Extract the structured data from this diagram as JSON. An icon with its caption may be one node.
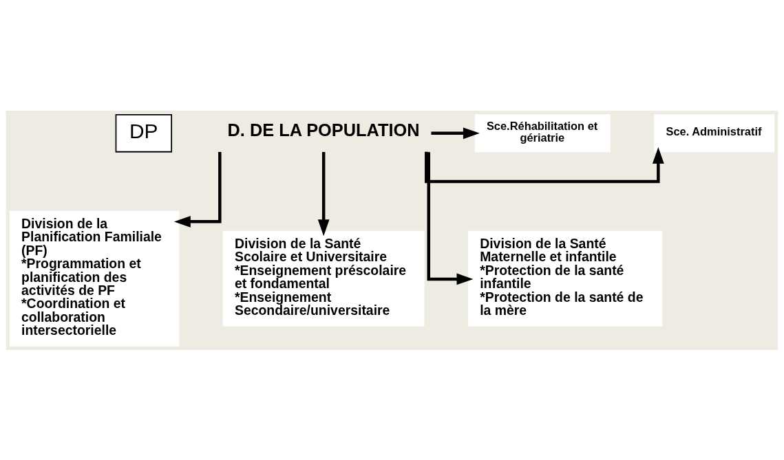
{
  "diagram": {
    "nodes": [
      {
        "text": [
          "DP"
        ]
      },
      {
        "text": [
          "D. DE LA POPULATION"
        ]
      },
      {
        "text": [
          "Sce. Administratif"
        ]
      },
      {
        "text": [
          "Sce.Réhabilitation et gériatrie"
        ]
      },
      {
        "text": [
          "Division de la Planification Familiale (PF)",
          "*Programmation et planification des activités de PF",
          "*Coordination et collaboration intersectorielle"
        ]
      },
      {
        "text": [
          "Division de la Santé Scolaire et Universitaire",
          "*Enseignement préscolaire et fondamental",
          "*Enseignement Secondaire/universitaire"
        ]
      },
      {
        "text": [
          "Division de la Santé Maternelle et infantile",
          "*Protection de la santé infantile",
          "*Protection de la santé de la mère"
        ]
      }
    ],
    "edges": [
      {
        "from": 1,
        "to": 2,
        "arrow": "to"
      },
      {
        "from": 1,
        "to": 3,
        "arrow": "to"
      },
      {
        "from": 1,
        "to": 4,
        "arrow": "to"
      },
      {
        "from": 1,
        "to": 5,
        "arrow": "to"
      },
      {
        "from": 1,
        "to": 6,
        "arrow": "to"
      }
    ]
  }
}
